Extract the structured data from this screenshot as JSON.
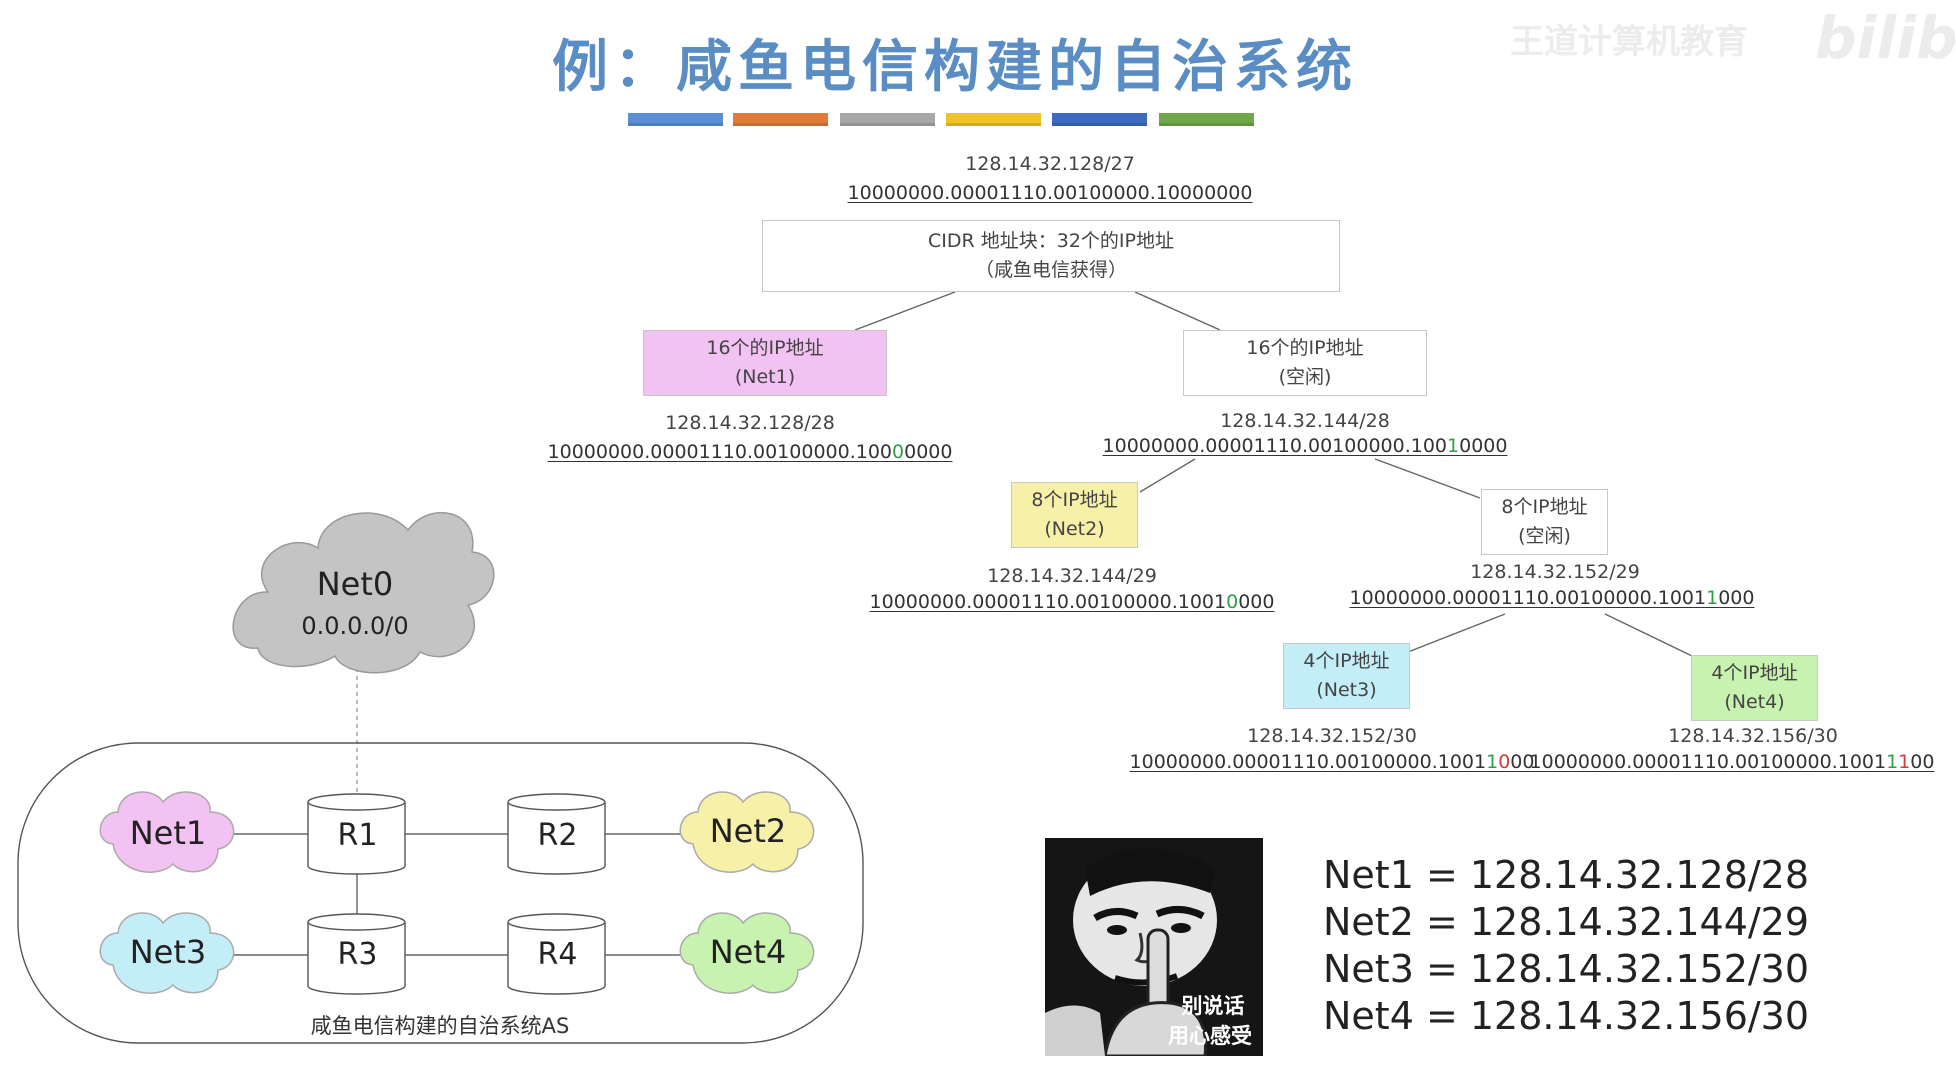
{
  "title": "例：咸鱼电信构建的自治系统",
  "watermark": {
    "cn": "王道计算机教育",
    "brand": "bilibili"
  },
  "color_bar": [
    "#5b8fd1",
    "#e07b39",
    "#a8a8a8",
    "#f0c12f",
    "#3d6bbf",
    "#6fa84a"
  ],
  "tree": {
    "root": {
      "prefix": "128.14.32.128/27",
      "binary": {
        "a": "10000000.00001110.00100000.10000000"
      },
      "line1": "CIDR 地址块：32个的IP地址",
      "line2": "（咸鱼电信获得）"
    },
    "net1": {
      "line1": "16个的IP地址",
      "line2": "(Net1)",
      "prefix": "128.14.32.128/28",
      "binary": {
        "a": "10000000.00001110.00100000.100",
        "b": "0",
        "c": "0000"
      }
    },
    "free16": {
      "line1": "16个的IP地址",
      "line2": "(空闲)",
      "prefix": "128.14.32.144/28",
      "binary": {
        "a": "10000000.00001110.00100000.100",
        "b": "1",
        "c": "0000"
      }
    },
    "net2": {
      "line1": "8个IP地址",
      "line2": "(Net2)",
      "prefix": "128.14.32.144/29",
      "binary": {
        "a": "10000000.00001110.00100000.1001",
        "b": "0",
        "c": "000"
      }
    },
    "free8": {
      "line1": "8个IP地址",
      "line2": "(空闲)",
      "prefix": "128.14.32.152/29",
      "binary": {
        "a": "10000000.00001110.00100000.1001",
        "b": "1",
        "c": "000"
      }
    },
    "net3": {
      "line1": "4个IP地址",
      "line2": "(Net3)",
      "prefix": "128.14.32.152/30",
      "binary": {
        "a": "10000000.00001110.00100000.1001",
        "b": "1",
        "d": "0",
        "c": "00"
      }
    },
    "net4": {
      "line1": "4个IP地址",
      "line2": "(Net4)",
      "prefix": "128.14.32.156/30",
      "binary": {
        "a": "10000000.00001110.00100000.1001",
        "b": "1",
        "d": "1",
        "c": "00"
      }
    }
  },
  "network": {
    "cloud": {
      "name": "Net0",
      "addr": "0.0.0.0/0",
      "color": "#c4c4c4"
    },
    "routers": [
      "R1",
      "R2",
      "R3",
      "R4"
    ],
    "nets": [
      {
        "name": "Net1",
        "color": "#f2c2f2"
      },
      {
        "name": "Net2",
        "color": "#f7f0a8"
      },
      {
        "name": "Net3",
        "color": "#c4eef7"
      },
      {
        "name": "Net4",
        "color": "#c8f2b0"
      }
    ],
    "as_label": "咸鱼电信构建的自治系统AS"
  },
  "meme": {
    "caption1": "别说话",
    "caption2": "用心感受"
  },
  "results": [
    "Net1 = 128.14.32.128/28",
    "Net2 = 128.14.32.144/29",
    "Net3 = 128.14.32.152/30",
    "Net4 = 128.14.32.156/30"
  ]
}
